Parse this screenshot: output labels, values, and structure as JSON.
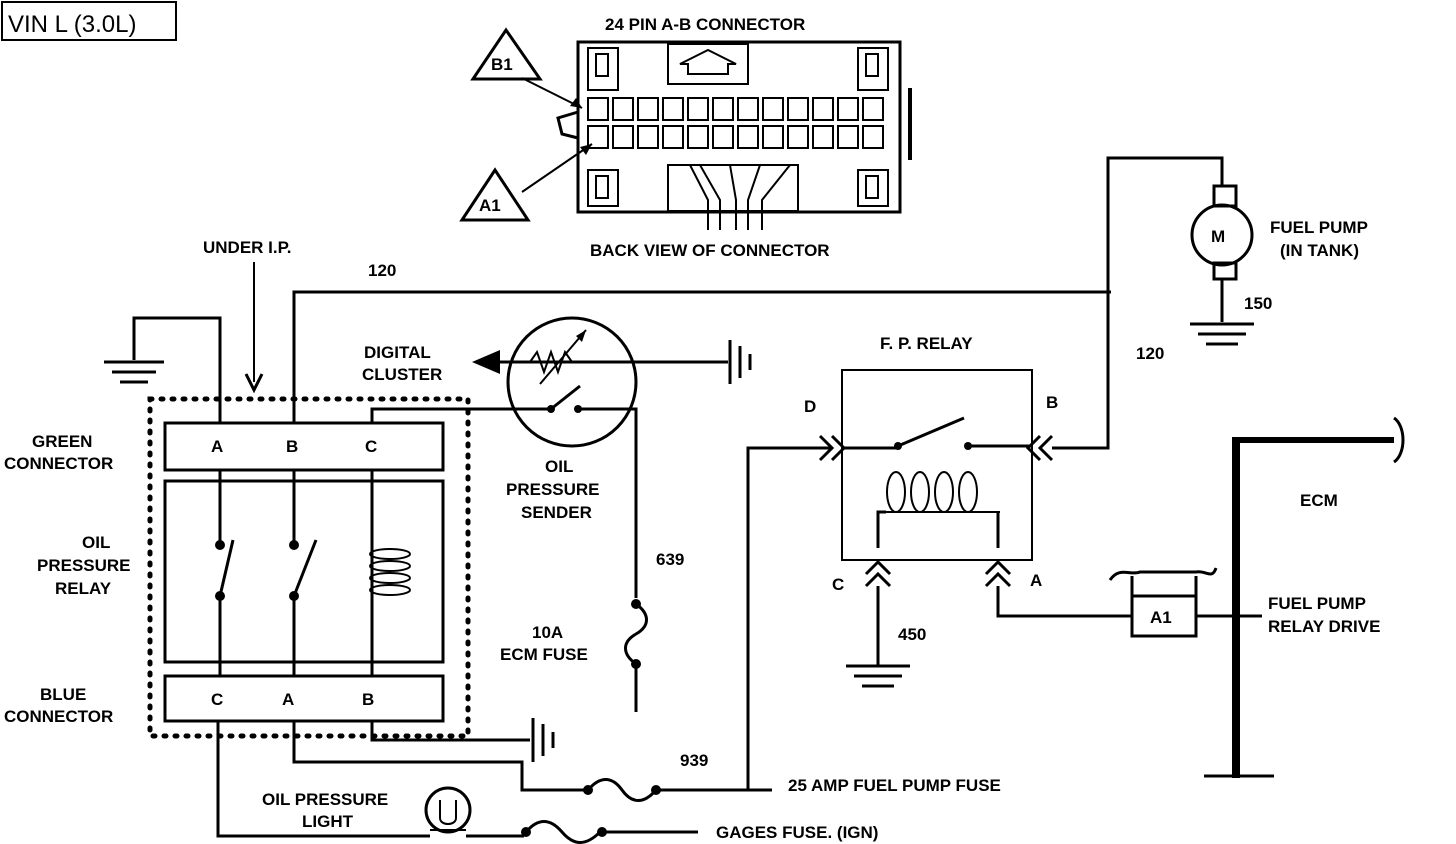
{
  "title": "VIN L (3.0L)",
  "connector": {
    "title": "24 PIN A-B CONNECTOR",
    "caption": "BACK VIEW OF CONNECTOR",
    "pin_b1": "B1",
    "pin_a1": "A1"
  },
  "labels": {
    "under_ip": "UNDER I.P.",
    "wire_120_top": "120",
    "wire_120_right": "120",
    "wire_150": "150",
    "wire_639": "639",
    "wire_939": "939",
    "wire_450": "450",
    "digital_cluster_1": "DIGITAL",
    "digital_cluster_2": "CLUSTER",
    "green_connector_1": "GREEN",
    "green_connector_2": "CONNECTOR",
    "oil_relay_1": "OIL",
    "oil_relay_2": "PRESSURE",
    "oil_relay_3": "RELAY",
    "blue_connector_1": "BLUE",
    "blue_connector_2": "CONNECTOR",
    "oil_sender_1": "OIL",
    "oil_sender_2": "PRESSURE",
    "oil_sender_3": "SENDER",
    "ecm_fuse_1": "10A",
    "ecm_fuse_2": "ECM FUSE",
    "fuel_pump_1": "FUEL PUMP",
    "fuel_pump_2": "(IN TANK)",
    "motor": "M",
    "fp_relay": "F. P. RELAY",
    "ecm": "ECM",
    "relay_drive_1": "FUEL PUMP",
    "relay_drive_2": "RELAY DRIVE",
    "a1_box": "A1",
    "fuse_25a": "25 AMP FUEL PUMP FUSE",
    "oil_light_1": "OIL PRESSURE",
    "oil_light_2": "LIGHT",
    "gages_fuse": "GAGES FUSE. (IGN)"
  },
  "green_pins": [
    "A",
    "B",
    "C"
  ],
  "blue_pins": [
    "C",
    "A",
    "B"
  ],
  "fp_relay_pins": {
    "d": "D",
    "b": "B",
    "c": "C",
    "a": "A"
  }
}
